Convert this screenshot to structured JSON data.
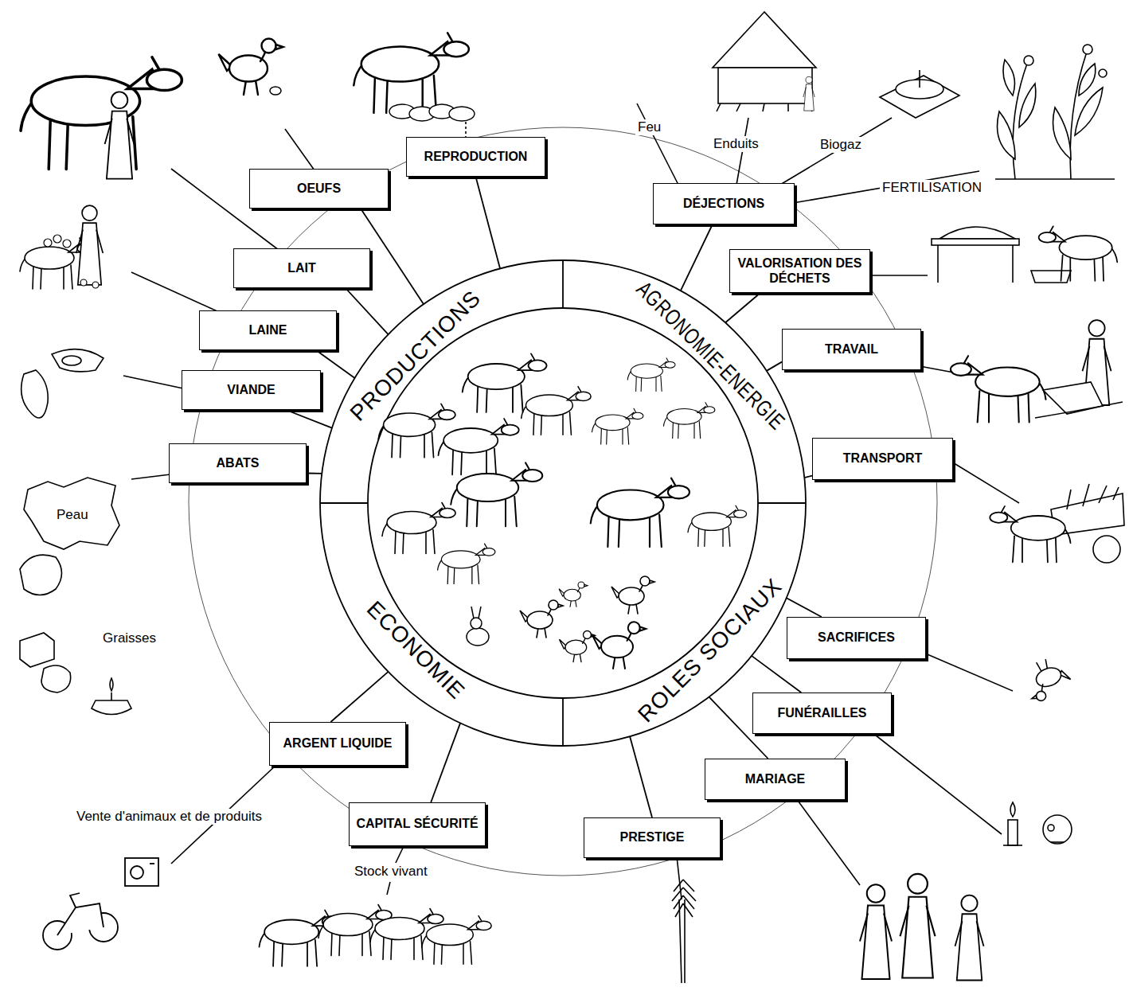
{
  "diagram": {
    "nodes": [
      {
        "text": [
          "PRODUCTIONS"
        ]
      },
      {
        "text": [
          "AGRONOMIE-ENERGIE"
        ]
      },
      {
        "text": [
          "ROLES SOCIAUX"
        ]
      },
      {
        "text": [
          "ECONOMIE"
        ]
      },
      {
        "text": [
          "OEUFS"
        ]
      },
      {
        "text": [
          "REPRODUCTION"
        ]
      },
      {
        "text": [
          "LAIT"
        ]
      },
      {
        "text": [
          "LAINE"
        ]
      },
      {
        "text": [
          "VIANDE"
        ]
      },
      {
        "text": [
          "ABATS"
        ]
      },
      {
        "text": [
          "DÉJECTIONS"
        ]
      },
      {
        "text": [
          "VALORISATION DES DÉCHETS"
        ]
      },
      {
        "text": [
          "TRAVAIL"
        ]
      },
      {
        "text": [
          "TRANSPORT"
        ]
      },
      {
        "text": [
          "SACRIFICES"
        ]
      },
      {
        "text": [
          "FUNÉRAILLES"
        ]
      },
      {
        "text": [
          "MARIAGE"
        ]
      },
      {
        "text": [
          "PRESTIGE"
        ]
      },
      {
        "text": [
          "ARGENT LIQUIDE"
        ]
      },
      {
        "text": [
          "CAPITAL SÉCURITÉ"
        ]
      }
    ],
    "edges": [
      {
        "from": 0,
        "to": 4,
        "arrow": "none"
      },
      {
        "from": 0,
        "to": 5,
        "arrow": "none"
      },
      {
        "from": 0,
        "to": 6,
        "arrow": "none"
      },
      {
        "from": 0,
        "to": 7,
        "arrow": "none"
      },
      {
        "from": 0,
        "to": 8,
        "arrow": "none"
      },
      {
        "from": 0,
        "to": 9,
        "arrow": "none"
      },
      {
        "from": 1,
        "to": 10,
        "arrow": "none"
      },
      {
        "from": 1,
        "to": 11,
        "arrow": "none"
      },
      {
        "from": 1,
        "to": 12,
        "arrow": "none"
      },
      {
        "from": 1,
        "to": 13,
        "arrow": "none"
      },
      {
        "from": 2,
        "to": 14,
        "arrow": "none"
      },
      {
        "from": 2,
        "to": 15,
        "arrow": "none"
      },
      {
        "from": 2,
        "to": 16,
        "arrow": "none"
      },
      {
        "from": 2,
        "to": 17,
        "arrow": "none"
      },
      {
        "from": 3,
        "to": 18,
        "arrow": "none"
      },
      {
        "from": 3,
        "to": 19,
        "arrow": "none"
      }
    ],
    "labels": [
      "Feu",
      "Enduits",
      "Biogaz",
      "FERTILISATION",
      "Peau",
      "Graisses",
      "Vente d'animaux et de produits",
      "Stock vivant"
    ]
  }
}
